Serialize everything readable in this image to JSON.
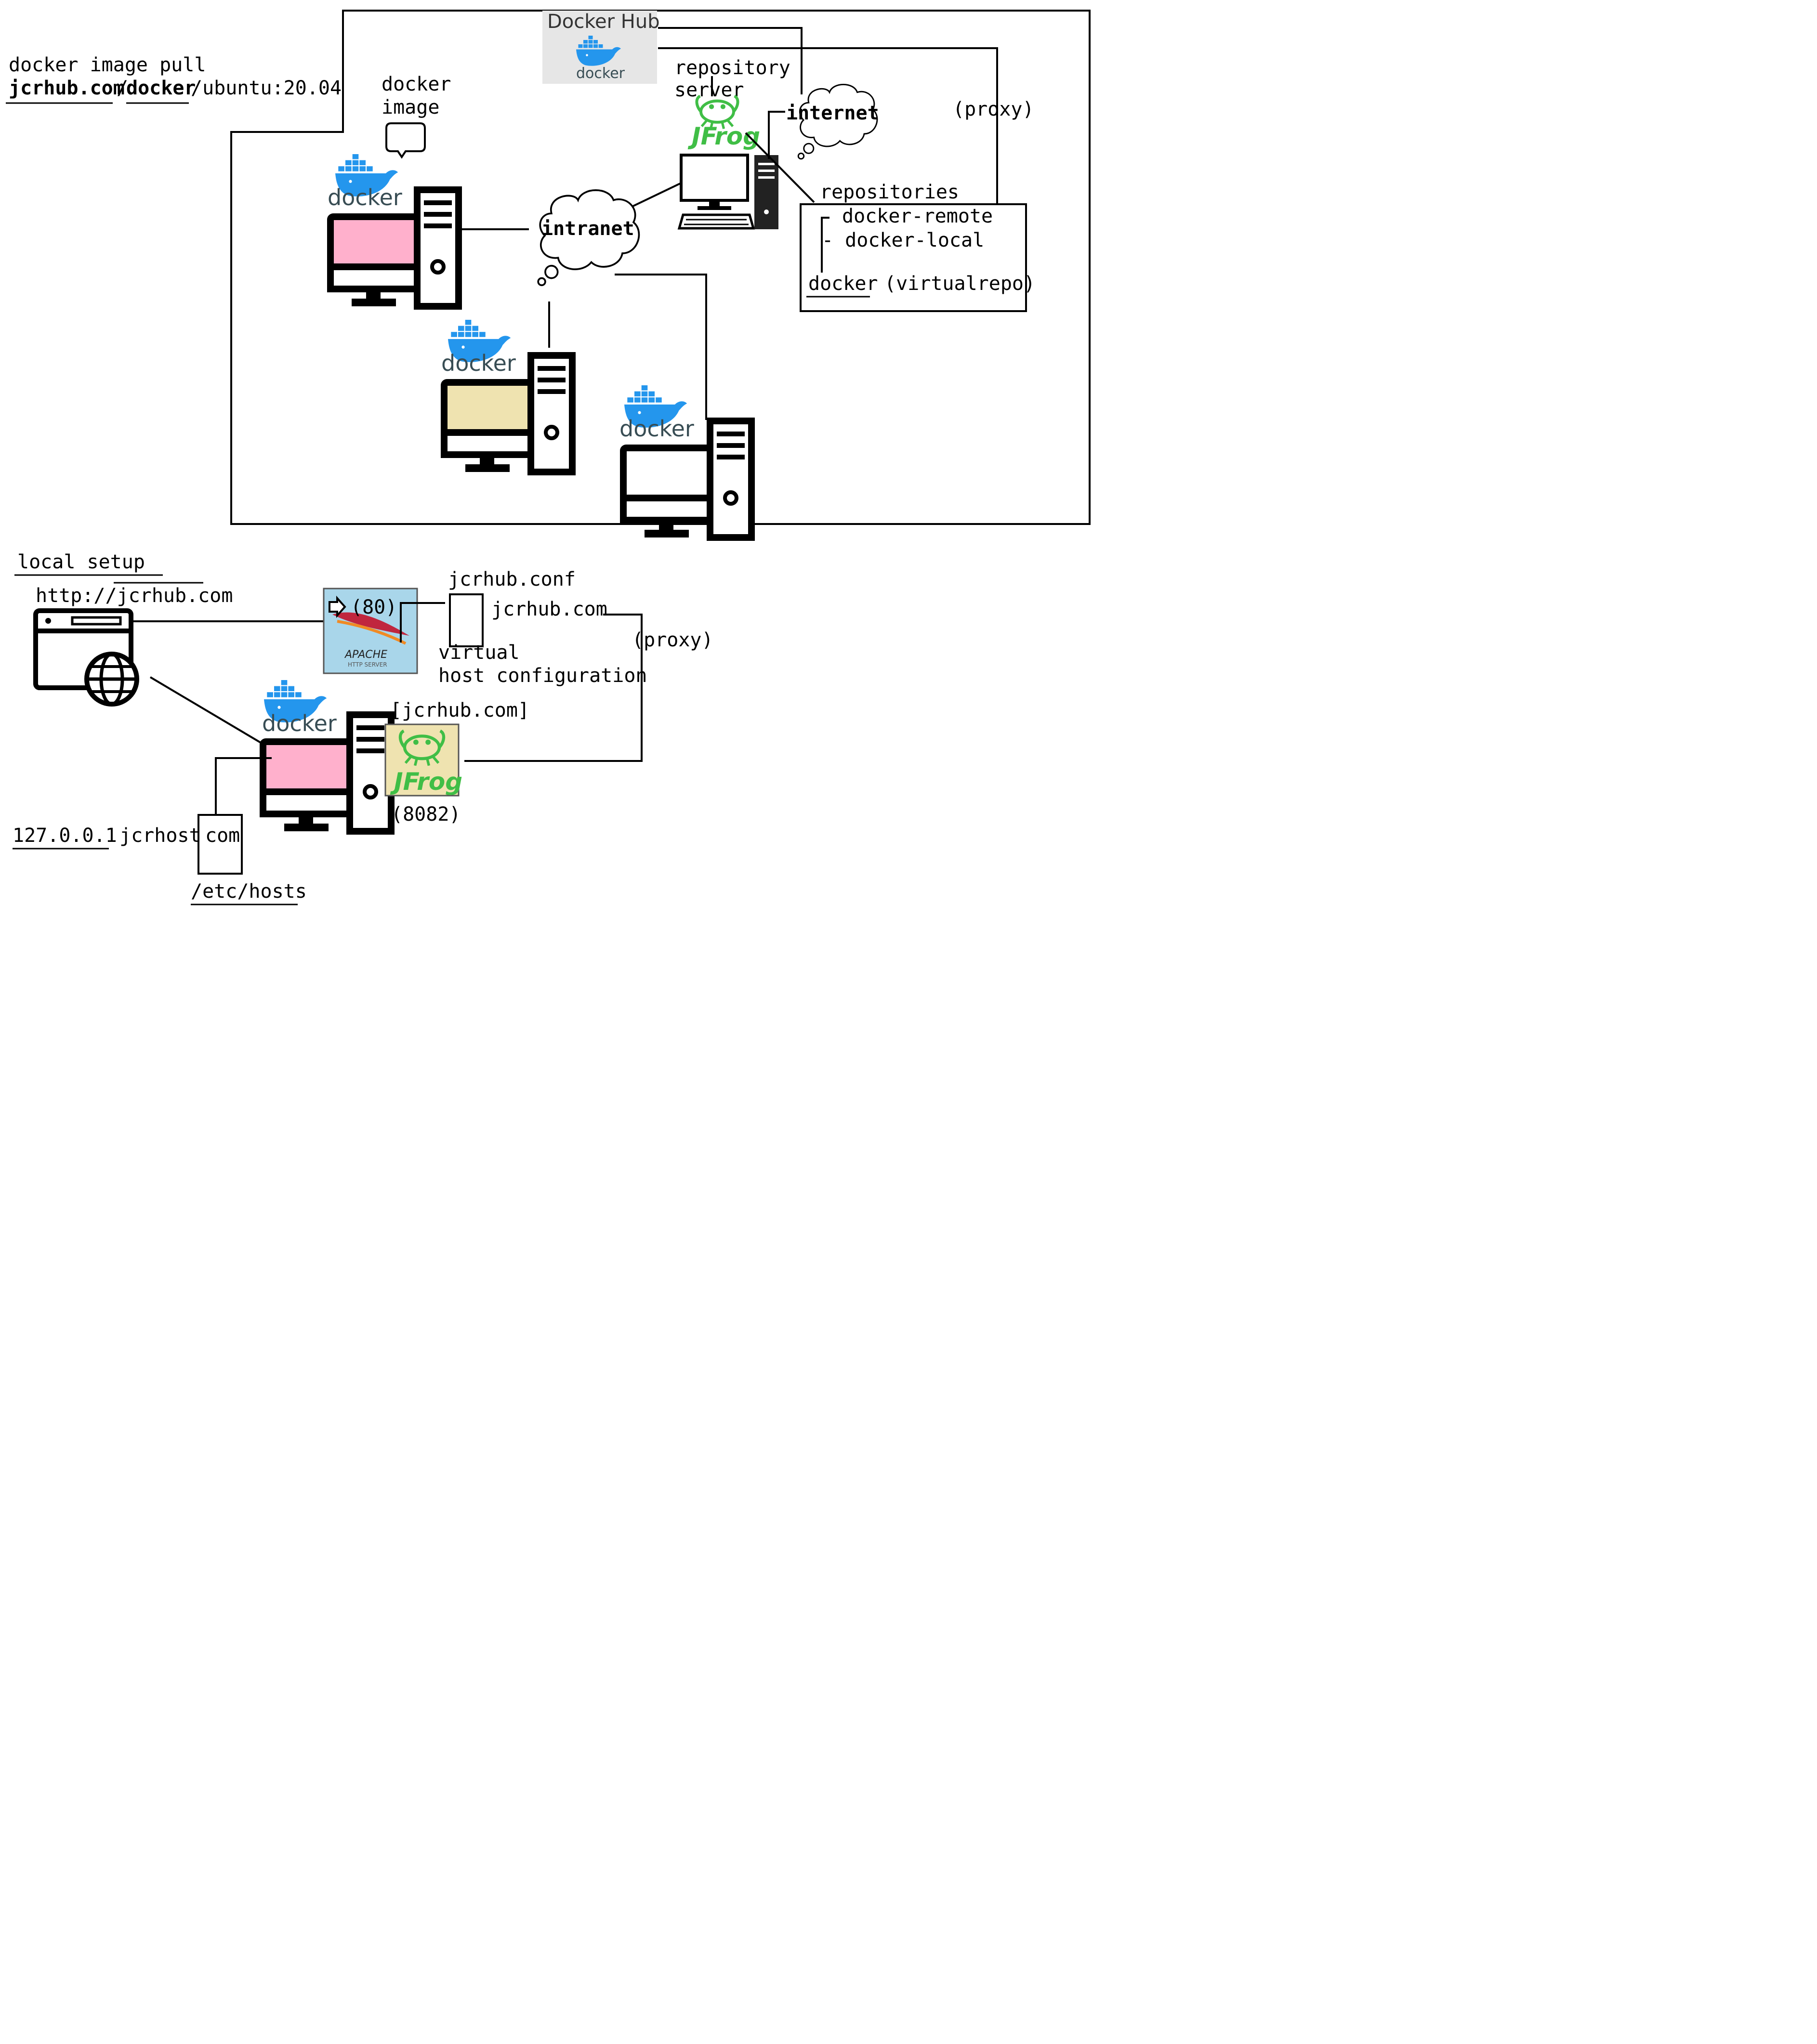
{
  "top_section": {
    "pull_command_line1": "docker image pull",
    "pull_host": "jcrhub.com",
    "pull_sep1": "/",
    "pull_repo": "docker",
    "pull_rest": "/ubuntu:20.04",
    "docker_image_label_1": "docker",
    "docker_image_label_2": "image",
    "docker_hub_title": "Docker Hub",
    "docker_hub_logo_text": "docker",
    "repository_server_1": "repository",
    "repository_server_2": "server",
    "internet_label": "internet",
    "intranet_label": "intranet",
    "proxy_label": "(proxy)",
    "repositories_title": "repositories",
    "repo_remote": "docker-remote",
    "repo_local": "- docker-local",
    "repo_virtual_name": "docker",
    "repo_virtual_suffix": "(virtualrepo)",
    "docker_logo_text": "docker",
    "jfrog_logo_text": "JFrog"
  },
  "local_section": {
    "title": "local setup",
    "url": "http://jcrhub.com",
    "port_80": "(80)",
    "apache_logo_text": "APACHE",
    "apache_logo_sub": "HTTP SERVER",
    "conf_file": "jcrhub.conf",
    "conf_domain": "jcrhub.com",
    "proxy_label": "(proxy)",
    "vhost_1": "virtual",
    "vhost_2": "host configuration",
    "jcr_label": "[jcrhub.com]",
    "port_8082": "(8082)",
    "hosts_ip": "127.0.0.1",
    "hosts_name_1": "jcrhost",
    "hosts_name_2": "com",
    "hosts_file": "/etc/hosts",
    "docker_logo_text": "docker",
    "jfrog_logo_text": "JFrog"
  },
  "colors": {
    "monitor_pink": "#ffb0cc",
    "monitor_beige": "#efe3b0",
    "jfrog_green": "#40be46",
    "docker_blue": "#2496ed",
    "hub_bg": "#e6e6e6",
    "apache_bg": "#a9d6ea",
    "jfrog_box_bg": "#efe3b0"
  },
  "icons": [
    "docker-whale-icon",
    "desktop-computer-icon",
    "cloud-icon",
    "jfrog-frog-icon",
    "server-tower-icon",
    "browser-globe-icon",
    "apache-feather-icon",
    "file-icon",
    "arrow-right-icon",
    "speech-bubble-icon"
  ]
}
